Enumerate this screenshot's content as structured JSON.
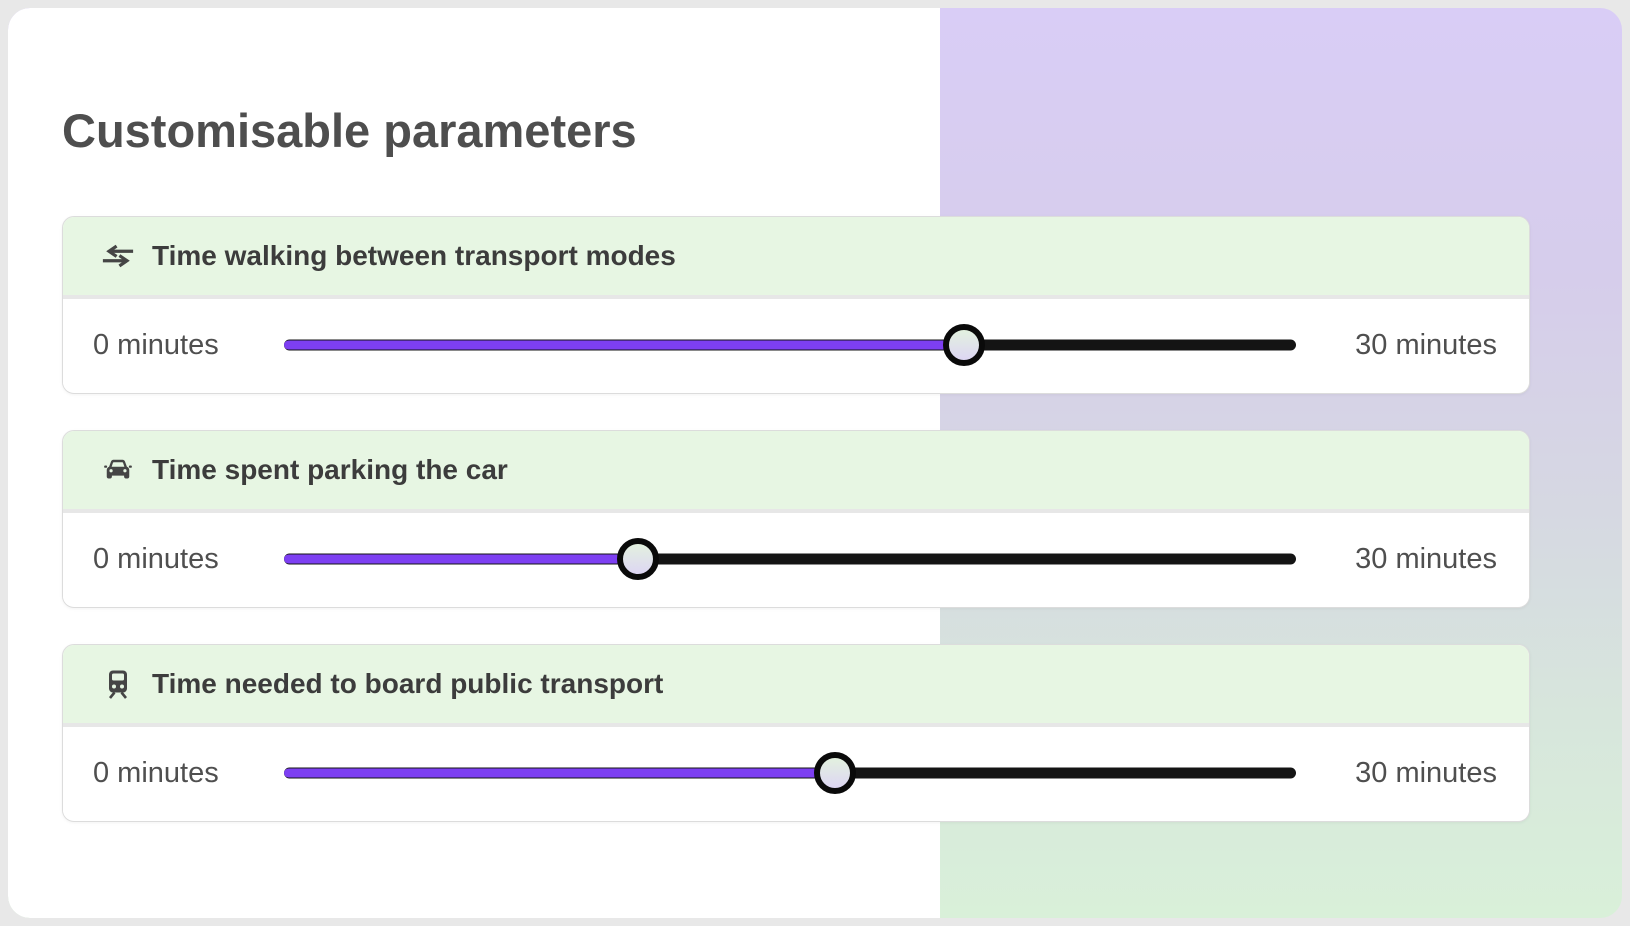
{
  "page": {
    "title": "Customisable parameters"
  },
  "sections": [
    {
      "icon": "swap-arrows-icon",
      "label": "Time walking between transport modes",
      "min_label": "0 minutes",
      "max_label": "30 minutes",
      "value_percent": 67.2,
      "approx_value_minutes": 20
    },
    {
      "icon": "car-front-icon",
      "label": "Time spent parking the car",
      "min_label": "0 minutes",
      "max_label": "30 minutes",
      "value_percent": 35,
      "approx_value_minutes": 10.5
    },
    {
      "icon": "train-front-icon",
      "label": "Time needed to board public transport",
      "min_label": "0 minutes",
      "max_label": "30 minutes",
      "value_percent": 54.4,
      "approx_value_minutes": 16
    }
  ],
  "slider_scale": {
    "min_minutes": 0,
    "max_minutes": 30
  },
  "colors": {
    "page_background": "#e8e8e8",
    "gradient_top": "#d9cdf6",
    "gradient_bottom": "#d9f0d9",
    "panel_white": "#ffffff",
    "header_green": "#e7f6e3",
    "track_fill_purple": "#7d3ff2",
    "track_base_black": "#141414",
    "title_gray": "#4e4e4e"
  }
}
